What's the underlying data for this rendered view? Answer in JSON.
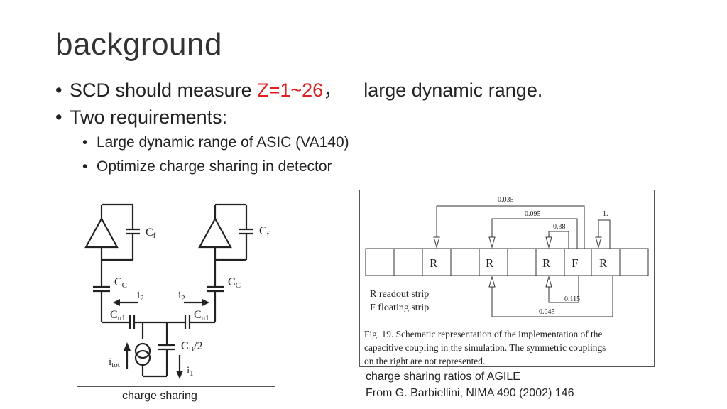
{
  "title": "background",
  "bullets": [
    {
      "prefix": "SCD should measure ",
      "highlight": "Z=1~26",
      "comma": "，",
      "suffix": "large dynamic range."
    },
    {
      "text": "Two requirements:"
    }
  ],
  "sub_bullets": [
    "Large dynamic range of ASIC (VA140)",
    "Optimize charge sharing in detector"
  ],
  "left_figure": {
    "labels": {
      "cf": "C",
      "cf_sub": "f",
      "cc": "C",
      "cc_sub": "C",
      "cn1": "C",
      "cn1_sub": "n1",
      "i2": "i",
      "i2_sub": "2",
      "cb": "C",
      "cb_sub": "B",
      "cb_tail": "/2",
      "itot": "i",
      "itot_sub": "tot",
      "i1": "i",
      "i1_sub": "1"
    },
    "caption": "charge sharing"
  },
  "right_figure": {
    "ratios": {
      "r1": "0.035",
      "r2": "0.095",
      "r3": "1.",
      "r4": "0.38",
      "r5": "0.115",
      "r6": "0.045"
    },
    "strip_labels": [
      "R",
      "R",
      "R",
      "F",
      "R"
    ],
    "legend": [
      "R  readout strip",
      "F  floating strip"
    ],
    "fig_caption": [
      "Fig. 19.  Schematic representation of the implementation of the",
      "capacitive coupling in the simulation. The symmetric couplings",
      "on the right are not represented."
    ]
  },
  "right_caption": [
    "charge sharing ratios of AGILE",
    "From G. Barbiellini, NIMA 490 (2002) 146"
  ],
  "colors": {
    "highlight": "#e02020",
    "text": "#222222"
  }
}
